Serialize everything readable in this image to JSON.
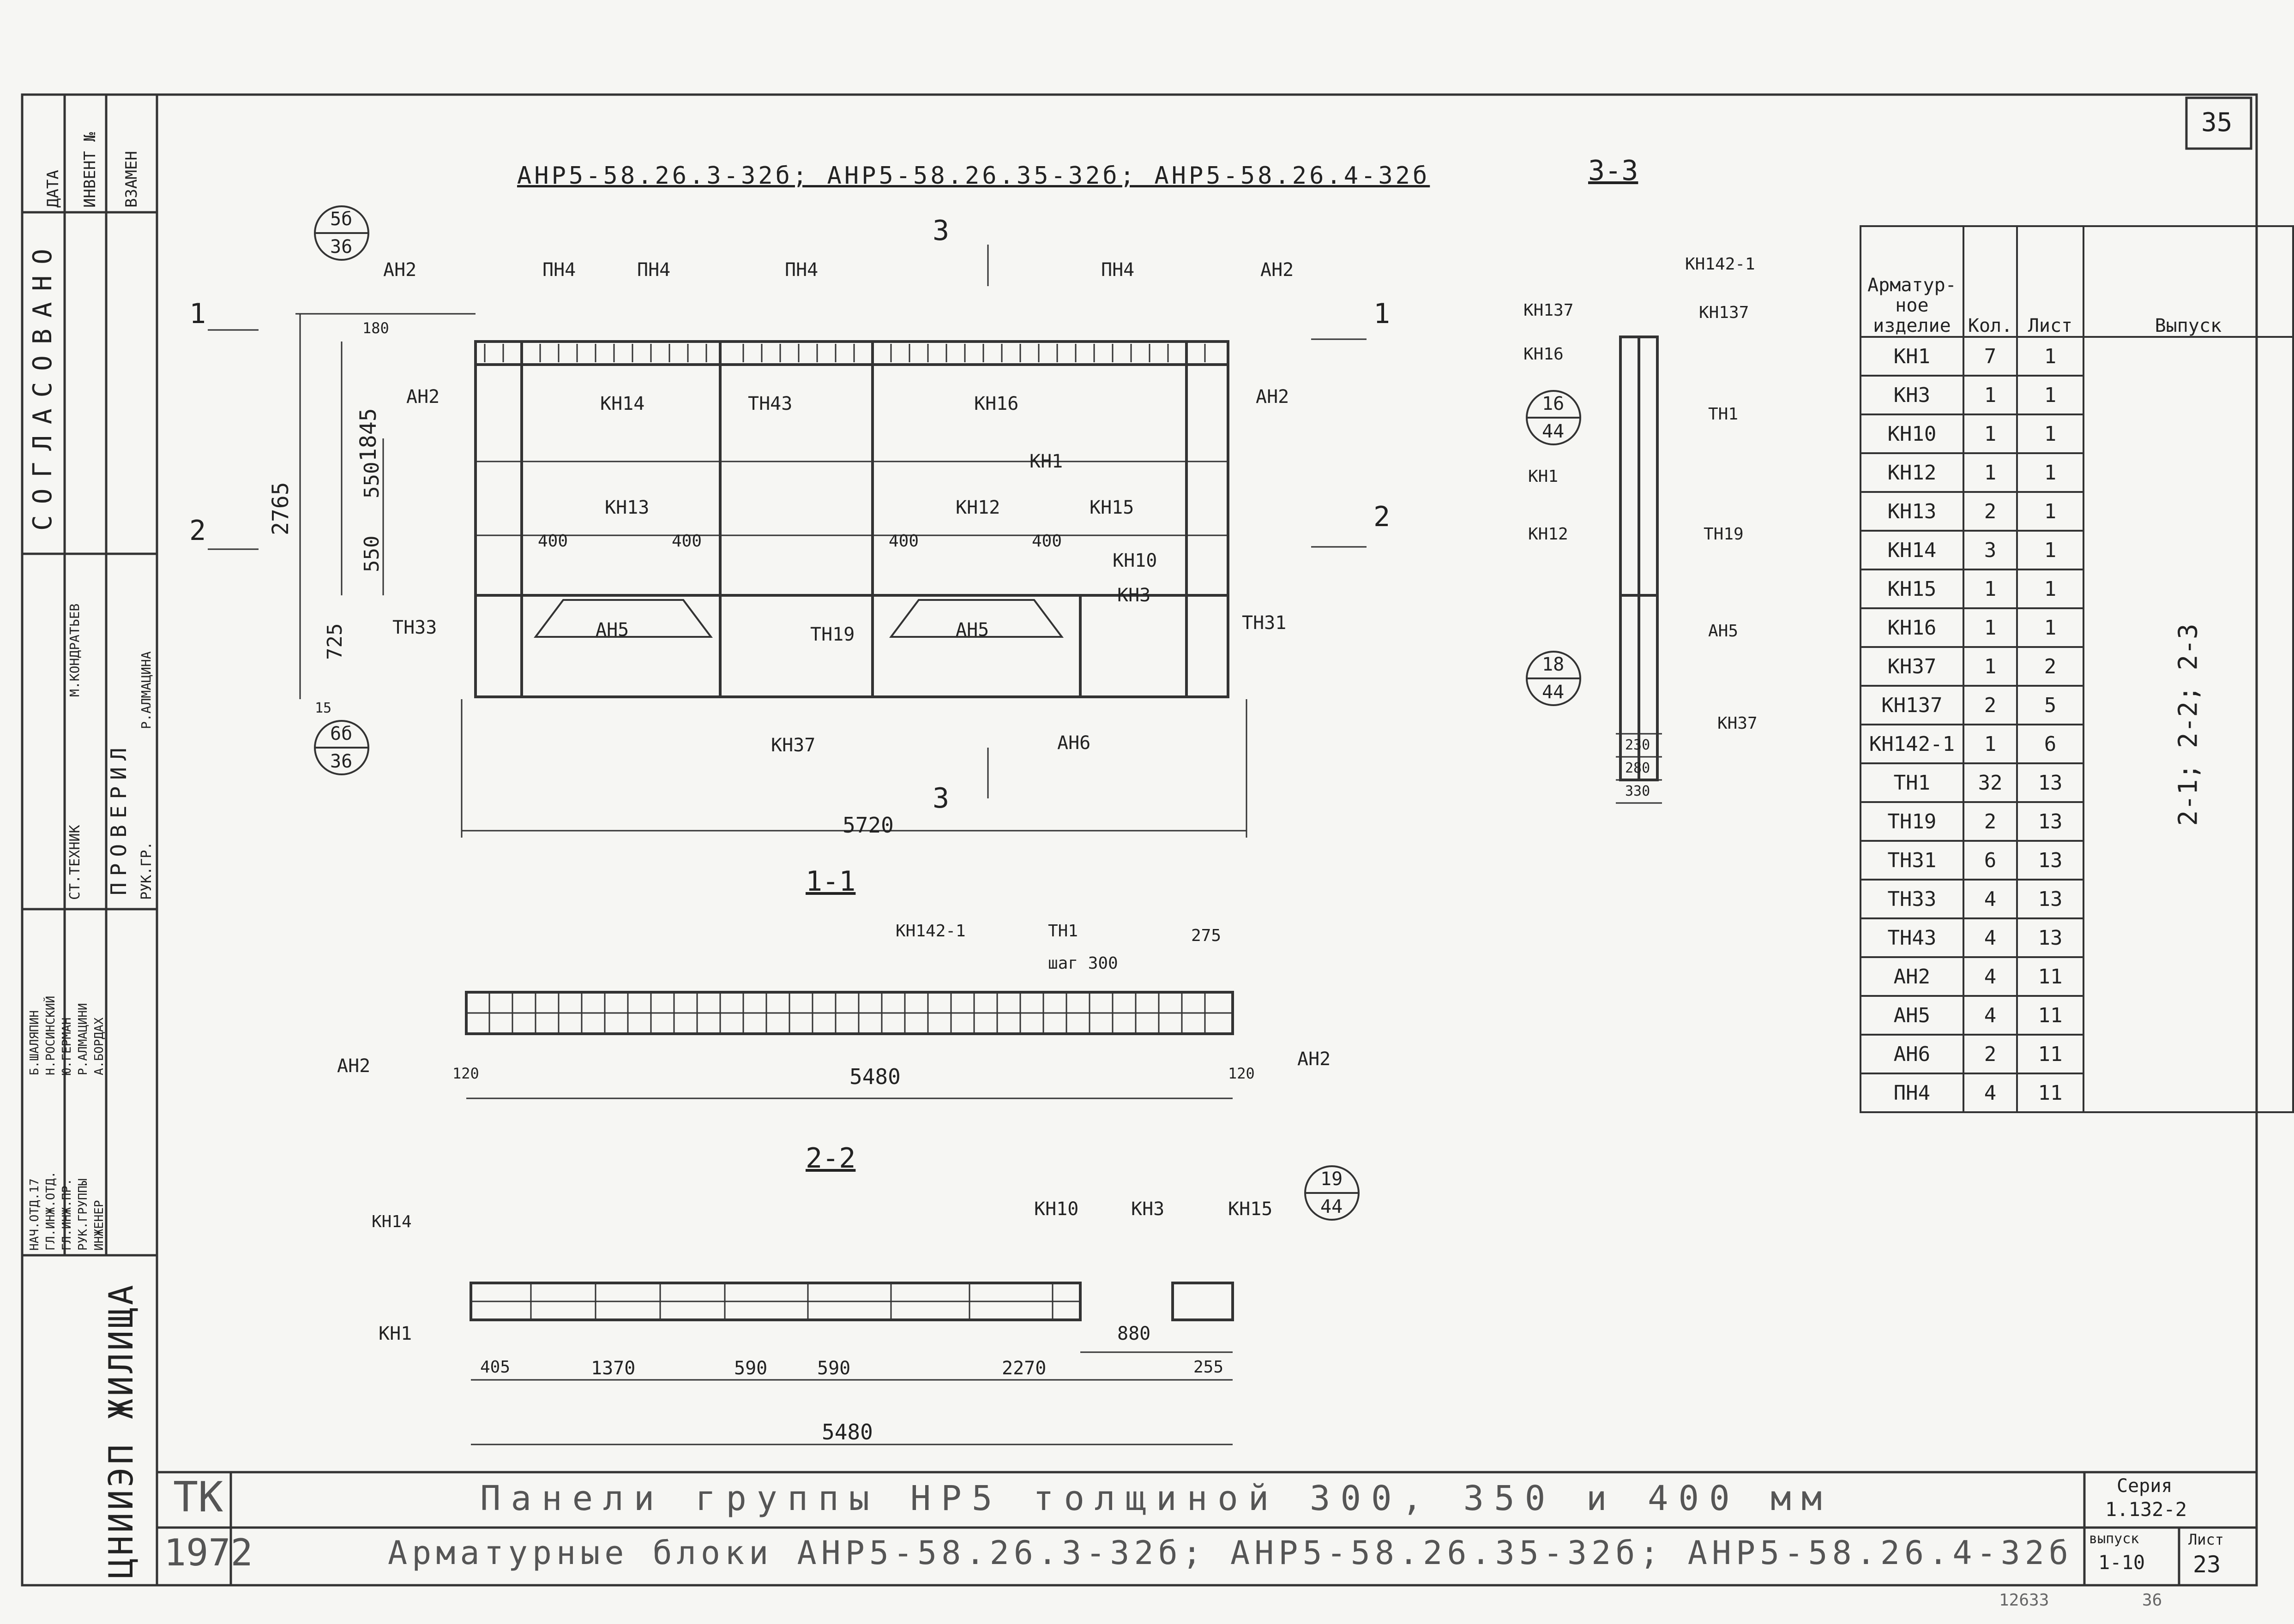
{
  "sheet_number": "35",
  "header_title": "АНР5-58.26.3-32б;  АНР5-58.26.35-32б;  АНР5-58.26.4-32б",
  "section_3_3": "3-3",
  "section_1_1": "1-1",
  "section_2_2": "2-2",
  "section_mark_3": "3",
  "cut_1": "1",
  "cut_2": "2",
  "callouts": {
    "c1_top": "5б",
    "c1_bot": "36",
    "c2_top": "6б",
    "c2_bot": "36",
    "c3_top": "16",
    "c3_bot": "44",
    "c4_top": "18",
    "c4_bot": "44",
    "c5_top": "19",
    "c5_bot": "44"
  },
  "elevation": {
    "labels": [
      "АН2",
      "ПН4",
      "ПН4",
      "ПН4",
      "ПН4",
      "АН2",
      "АН2",
      "КН14",
      "ТН43",
      "КН16",
      "АН2",
      "КН1",
      "КН13",
      "КН12",
      "КН15",
      "КН10",
      "КН3",
      "ТН33",
      "АН5",
      "ТН19",
      "АН5",
      "ТН31",
      "КН37",
      "АН6"
    ],
    "dims": [
      "180",
      "2765",
      "1845",
      "550",
      "550",
      "725",
      "15",
      "400",
      "400",
      "400",
      "400",
      "5720"
    ]
  },
  "section33": {
    "labels": [
      "КН142-1",
      "КН137",
      "КН137",
      "КН16",
      "ТН1",
      "КН1",
      "КН12",
      "ТН19",
      "АН5",
      "КН37"
    ],
    "dims": [
      "230",
      "280",
      "330"
    ]
  },
  "section11": {
    "labels": [
      "КН142-1",
      "ТН1",
      "шаг 300",
      "АН2",
      "АН2"
    ],
    "dims": [
      "275",
      "120",
      "5480",
      "120"
    ]
  },
  "section22": {
    "labels": [
      "КН14",
      "КН10",
      "КН3",
      "КН15",
      "КН1"
    ],
    "dims": [
      "880",
      "405",
      "1370",
      "590",
      "590",
      "2270",
      "255",
      "5480"
    ]
  },
  "spec_table": {
    "headers": [
      "Арматур-ное изделие",
      "Кол.",
      "Лист",
      "Выпуск"
    ],
    "rows": [
      [
        "КН1",
        "7",
        "1"
      ],
      [
        "КН3",
        "1",
        "1"
      ],
      [
        "КН10",
        "1",
        "1"
      ],
      [
        "КН12",
        "1",
        "1"
      ],
      [
        "КН13",
        "2",
        "1"
      ],
      [
        "КН14",
        "3",
        "1"
      ],
      [
        "КН15",
        "1",
        "1"
      ],
      [
        "КН16",
        "1",
        "1"
      ],
      [
        "КН37",
        "1",
        "2"
      ],
      [
        "КН137",
        "2",
        "5"
      ],
      [
        "КН142-1",
        "1",
        "6"
      ],
      [
        "ТН1",
        "32",
        "13"
      ],
      [
        "ТН19",
        "2",
        "13"
      ],
      [
        "ТН31",
        "6",
        "13"
      ],
      [
        "ТН33",
        "4",
        "13"
      ],
      [
        "ТН43",
        "4",
        "13"
      ],
      [
        "АН2",
        "4",
        "11"
      ],
      [
        "АН5",
        "4",
        "11"
      ],
      [
        "АН6",
        "2",
        "11"
      ],
      [
        "ПН4",
        "4",
        "11"
      ]
    ],
    "vypusk": "2-1; 2-2; 2-3"
  },
  "left_strip": {
    "agreed": "СОГЛАСОВАНО",
    "date": "ДАТА",
    "inv": "ИНВЕНТ №",
    "replace": "ВЗАМЕН",
    "roles": [
      "НАЧ.ОТД.17",
      "ГЛ.ИНЖ.ОТД.",
      "ГЛ.ИНЖ.ПР.",
      "РУК.ГРУППЫ",
      "ИНЖЕНЕР"
    ],
    "names": [
      "Б.ШАЛЯПИН",
      "Н.РОСИНСКИЙ",
      "Ю.ГЕРМАН",
      "Р.АЛМАЦИНИ",
      "А.БОРДАХ"
    ],
    "st_tech": "СТ.ТЕХНИК",
    "st_tech_name": "М.КОНДРАТЬЕВ",
    "checked": "ПРОВЕРИЛ",
    "ruk_gr": "РУК.ГР.",
    "ruk_gr_name": "Р.АЛМАЦИНА",
    "org": "ЦНИИЭП ЖИЛИЩА"
  },
  "title_block": {
    "code": "ТК",
    "year": "1972",
    "line1": "Панели группы НР5 толщиной 300, 350 и 400 мм",
    "line2": "Арматурные блоки АНР5-58.26.3-32б; АНР5-58.26.35-32б; АНР5-58.26.4-32б",
    "series_label": "Серия",
    "series": "1.132-2",
    "vypusk_label": "выпуск",
    "vypusk": "1-10",
    "list_label": "Лист",
    "list": "23"
  },
  "footer_notes": [
    "12633",
    "36"
  ]
}
